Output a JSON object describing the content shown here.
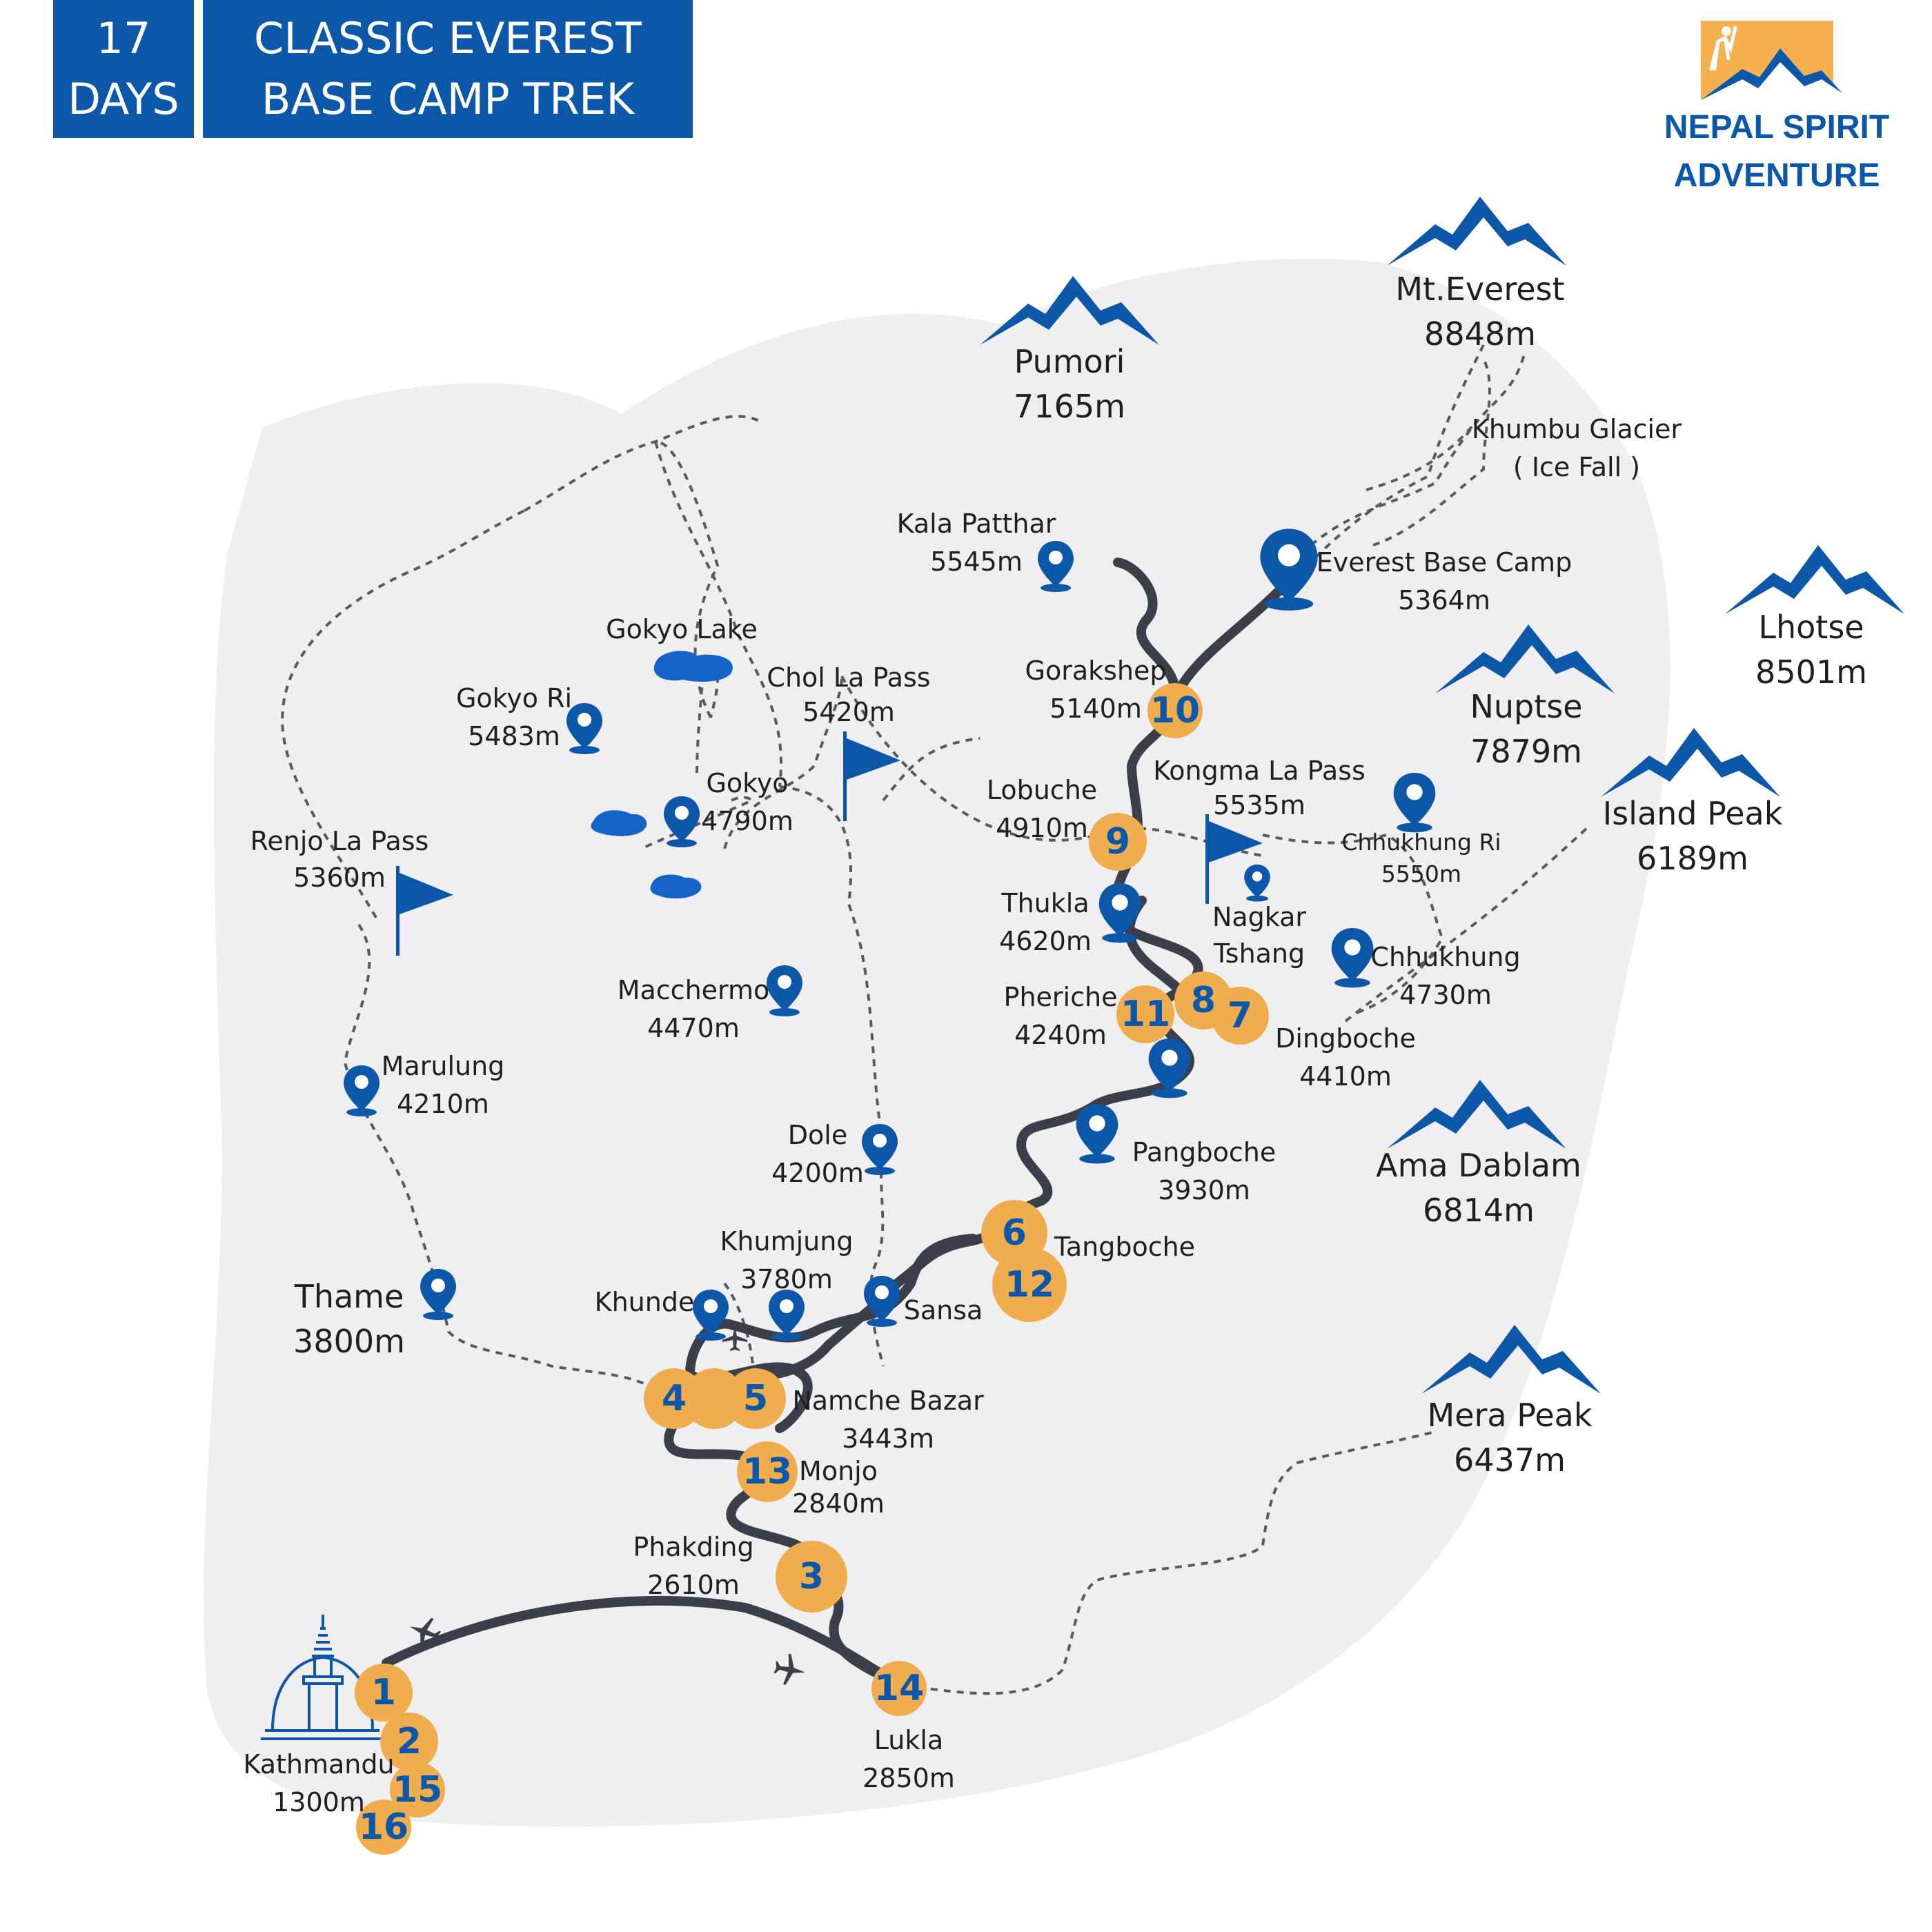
{
  "header": {
    "days": [
      "17",
      "DAYS"
    ],
    "title": [
      "CLASSIC EVEREST",
      "BASE CAMP TREK"
    ]
  },
  "brand": {
    "lines": [
      "NEPAL SPIRIT",
      "ADVENTURE"
    ]
  },
  "colors": {
    "brand_blue": "#0d57a8",
    "pin_blue": "#0d57a8",
    "day_circle": "#f0ad4e",
    "route": "#3a3f4a",
    "terrain": "#ecebee",
    "lake": "#1463c7"
  },
  "peaks": [
    {
      "name": "Mt.Everest",
      "elev": "8848m"
    },
    {
      "name": "Pumori",
      "elev": "7165m"
    },
    {
      "name": "Lhotse",
      "elev": "8501m"
    },
    {
      "name": "Nuptse",
      "elev": "7879m"
    },
    {
      "name": "Island Peak",
      "elev": "6189m"
    },
    {
      "name": "Ama Dablam",
      "elev": "6814m"
    },
    {
      "name": "Mera Peak",
      "elev": "6437m"
    }
  ],
  "places": {
    "khumbu_glacier": [
      "Khumbu Glacier",
      "( Ice Fall )"
    ],
    "kala_patthar": [
      "Kala Patthar",
      "5545m"
    ],
    "everest_base_camp": [
      "Everest Base Camp",
      "5364m"
    ],
    "gorakshep": [
      "Gorakshep",
      "5140m"
    ],
    "gokyo_lake": [
      "Gokyo Lake"
    ],
    "gokyo_ri": [
      "Gokyo Ri",
      "5483m"
    ],
    "chol_la_pass": [
      "Chol La Pass",
      "5420m"
    ],
    "gokyo": [
      "Gokyo",
      "4790m"
    ],
    "lobuche": [
      "Lobuche",
      "4910m"
    ],
    "kongma_la_pass": [
      "Kongma La Pass",
      "5535m"
    ],
    "chhukhung_ri": [
      "Chhukhung Ri",
      "5550m"
    ],
    "renjo_la_pass": [
      "Renjo La Pass",
      "5360m"
    ],
    "thukla": [
      "Thukla",
      "4620m"
    ],
    "nagkar_tshang": [
      "Nagkar",
      "Tshang"
    ],
    "chhukhung": [
      "Chhukhung",
      "4730m"
    ],
    "macchermo": [
      "Macchermo",
      "4470m"
    ],
    "pheriche": [
      "Pheriche",
      "4240m"
    ],
    "dingboche": [
      "Dingboche",
      "4410m"
    ],
    "marulung": [
      "Marulung",
      "4210m"
    ],
    "pangboche": [
      "Pangboche",
      "3930m"
    ],
    "dole": [
      "Dole",
      "4200m"
    ],
    "tangboche": [
      "Tangboche"
    ],
    "khumjung": [
      "Khumjung",
      "3780m"
    ],
    "thame": [
      "Thame",
      "3800m"
    ],
    "khunde": [
      "Khunde"
    ],
    "sansa": [
      "Sansa"
    ],
    "namche_bazar": [
      "Namche Bazar",
      "3443m"
    ],
    "monjo": [
      "Monjo",
      "2840m"
    ],
    "phakding": [
      "Phakding",
      "2610m"
    ],
    "kathmandu": [
      "Kathmandu",
      "1300m"
    ],
    "lukla": [
      "Lukla",
      "2850m"
    ]
  },
  "day_markers": [
    "1",
    "2",
    "3",
    "4",
    "5",
    "6",
    "7",
    "8",
    "9",
    "10",
    "11",
    "12",
    "13",
    "14",
    "15",
    "16"
  ]
}
